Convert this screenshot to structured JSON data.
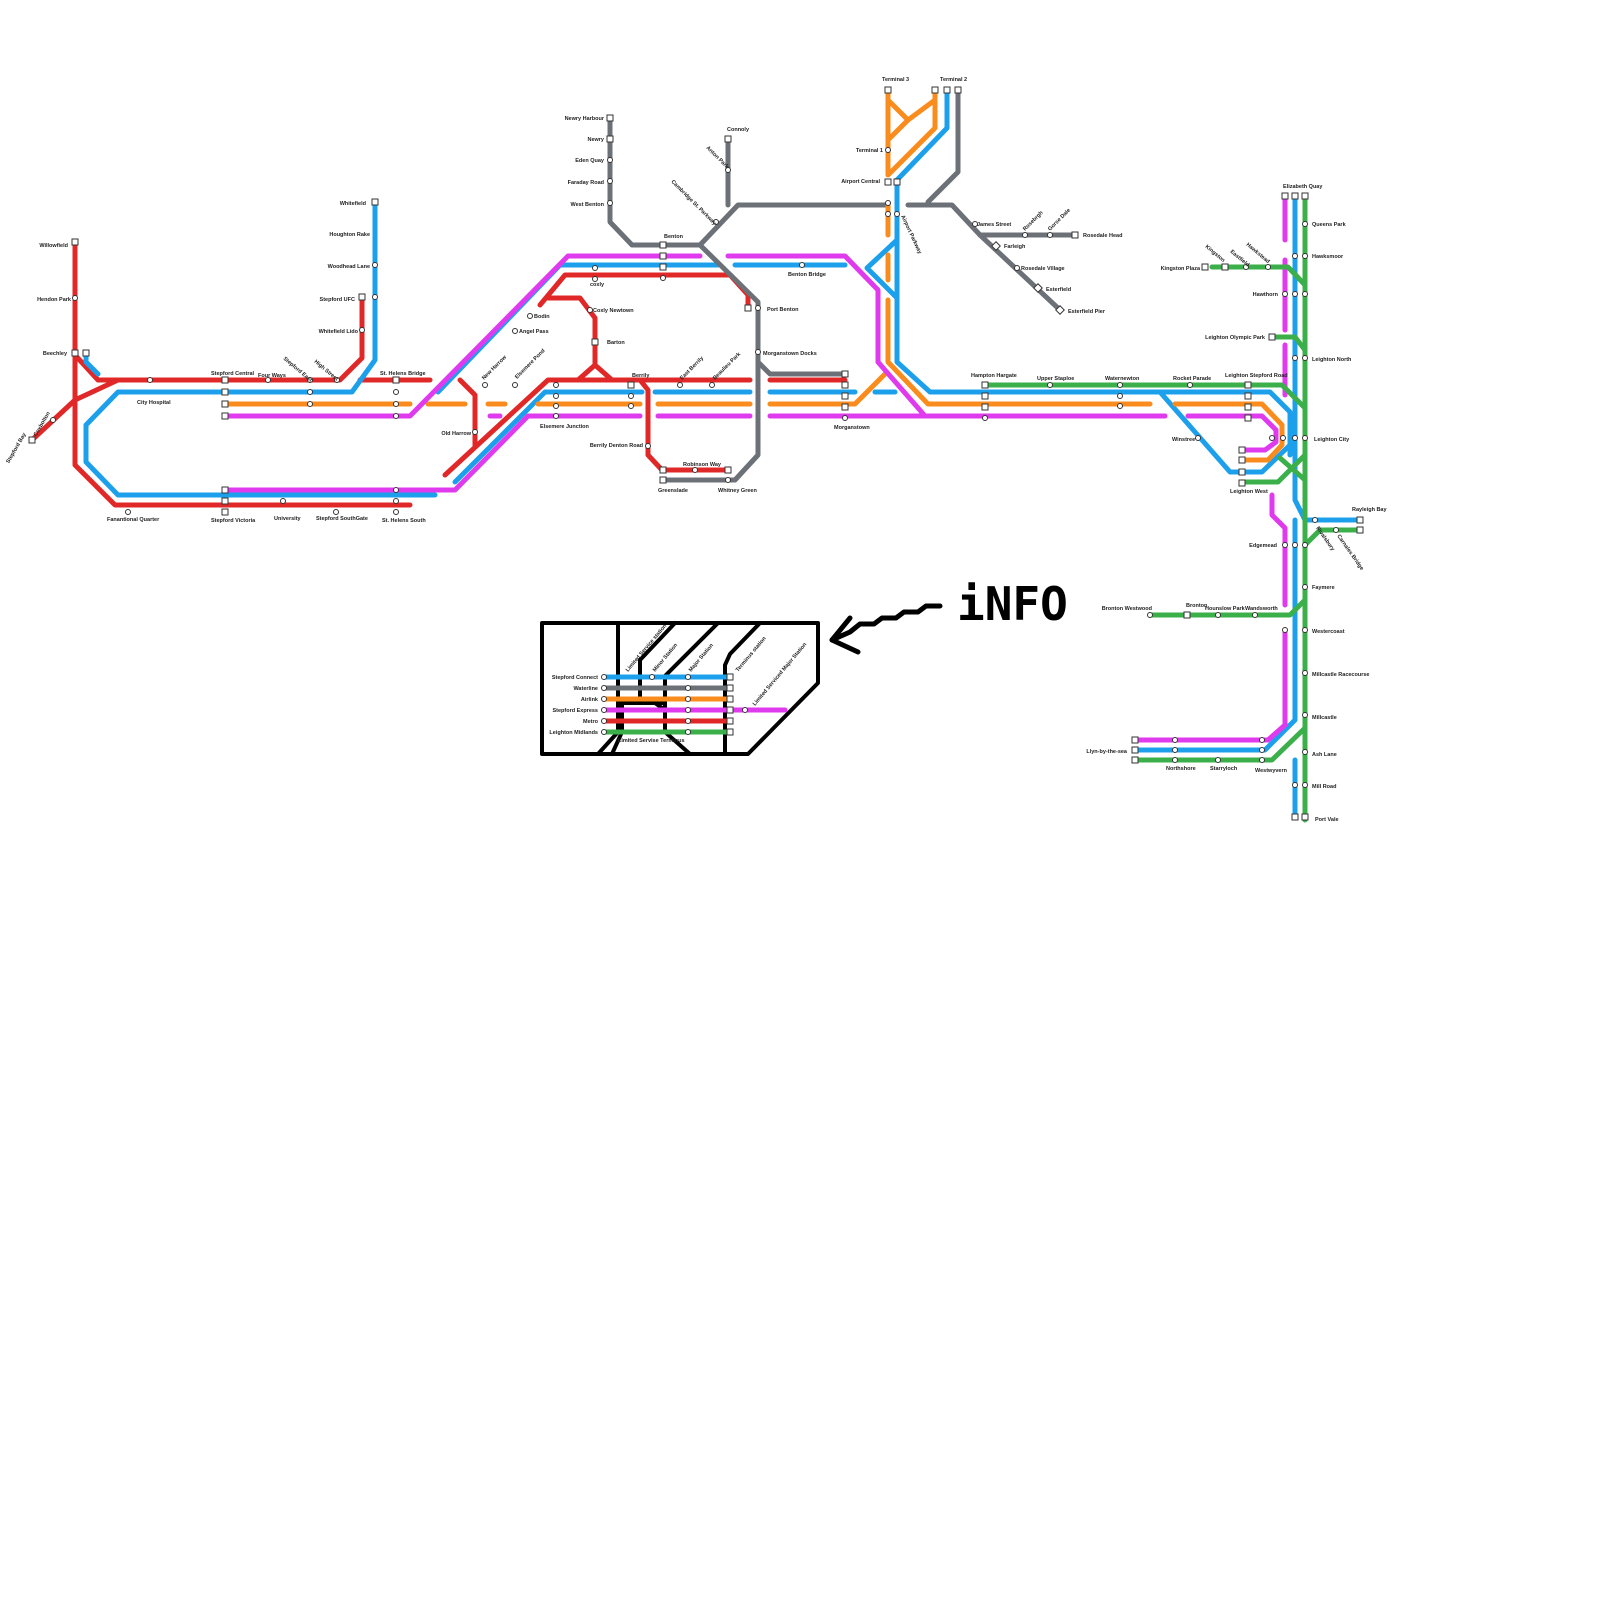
{
  "colors": {
    "stepford_connect": "#1ca0ec",
    "waterline": "#6c7077",
    "airlink": "#fa8c1e",
    "stepford_express": "#e03aee",
    "metro": "#e02828",
    "leighton_midlands": "#3aaf4a"
  },
  "info": {
    "title": "iNFO",
    "arrow": "arrow-left-icon"
  },
  "legend": {
    "lines": [
      "Stepford Connect",
      "Waterline",
      "Airlink",
      "Stepford Express",
      "Metro",
      "Leighton Midlands"
    ],
    "station_types": [
      "Limited Service station",
      "Minor Station",
      "Major Station",
      "Terminus station",
      "Limited Serviced Major Station",
      "Limited Servise Terminus"
    ]
  },
  "stations": {
    "willowfield": "Willowfield",
    "hendon_park": "Hendon Park",
    "beechley": "Beechley",
    "coxbolton": "Coxbolton",
    "stepford_bay": "Stepford Bay",
    "city_hospital": "City Hospital",
    "stepford_central": "Stepford Central",
    "four_ways": "Four Ways",
    "stepford_east": "Stepford East",
    "high_street": "High Street",
    "whitefield": "Whitefield",
    "houghton_rake": "Houghton Rake",
    "woodhead_lane": "Woodhead Lane",
    "stepford_ufc": "Stepford UFC",
    "whitefield_lido": "Whitefield Lido",
    "st_helens_bridge": "St. Helens Bridge",
    "st_helens_south": "St. Helens South",
    "financial_quarter": "Fanantional Quarter",
    "stepford_victoria": "Stepford Victoria",
    "university": "University",
    "stepford_southgate": "Stepford SouthGate",
    "old_harrow": "Old Harrow",
    "new_harrow": "New Harrow",
    "elsemere_pond": "Elsemere Pond",
    "elsemere_junction": "Elsemere Junction",
    "bodin": "Bodin",
    "angel_pass": "Angel Pass",
    "coxly": "coxly",
    "coxly_newtown": "Coxly Newtown",
    "barton": "Barton",
    "berrily": "Berrily",
    "east_berrily": "East Berrily",
    "beaulieu_park": "Beaulieu Park",
    "berrily_denton_road": "Berrily Denton Road",
    "robinson_way": "Robinson Way",
    "greenslade": "Greenslade",
    "whitney_green": "Whitney Green",
    "newry_harbour": "Newry Harbour",
    "newry": "Newry",
    "eden_quay": "Eden Quay",
    "faraday_road": "Faraday Road",
    "west_benton": "West Benton",
    "benton": "Benton",
    "connoly": "Connoly",
    "anton_park": "Anton Park",
    "cambridge_st_parkway": "Cambridge St. Parkway",
    "benton_bridge": "Benton Bridge",
    "port_benton": "Port Benton",
    "morganstown_docks": "Morganstown Docks",
    "morganstown": "Morganstown",
    "terminal_3": "Terminal 3",
    "terminal_2": "Terminal 2",
    "terminal_1": "Terminal 1",
    "airport_central": "Airport Central",
    "airport_parkway": "Airport Parkway",
    "james_street": "James Street",
    "rosebrough": "Rosebrgh",
    "gorse_dale": "Gorse Dale",
    "rosedale_head": "Rosedale Head",
    "farleigh": "Farleigh",
    "rosedale_village": "Rosedale Village",
    "esterfield": "Esterfield",
    "esterfield_pier": "Esterfield Pier",
    "hampton_hargate": "Hampton Hargate",
    "upper_staploe": "Upper Staploe",
    "waterneweton": "Waternewton",
    "rocket_parade": "Rocket Parade",
    "leighton_stepford_road": "Leighton Stepford Road",
    "elizabeth_quay": "Elizabeth Quay",
    "queens_park": "Queens Park",
    "hawksmoor": "Hawksmoor",
    "kingston_plaza": "Kingston Plaza",
    "kingston": "Kingston",
    "eastfield": "Eastfield",
    "hawkstead": "Hawkstead",
    "hawthorn": "Hawthorn",
    "leighton_olympic_park": "Leighton Olympic Park",
    "leighton_north": "Leighton North",
    "leighton_city": "Leighton City",
    "winstree": "Winstree",
    "leighton_west": "Leighton West",
    "rayleigh_bay": "Rayleigh Bay",
    "edgemead": "Edgemead",
    "rivalsbury": "Rivalsbury",
    "carnales_bridge": "Carnales Bridge",
    "faymere": "Faymere",
    "bronton_westwood": "Bronton Westwood",
    "bronton": "Bronton",
    "hounslow_park": "Hounslow Park",
    "wandsworth": "Wandsworth",
    "westercoast": "Westercoast",
    "millcastle_racecourse": "Millcastle Racecourse",
    "millcastle": "Millcastle",
    "llyn_by_the_sea": "Llyn-by-the-sea",
    "northshore": "Northshore",
    "starryloch": "Starryloch",
    "westwyvern": "Westwyvern",
    "ash_lane": "Ash Lane",
    "mill_road": "Mill Road",
    "port_vale": "Port Vale"
  }
}
